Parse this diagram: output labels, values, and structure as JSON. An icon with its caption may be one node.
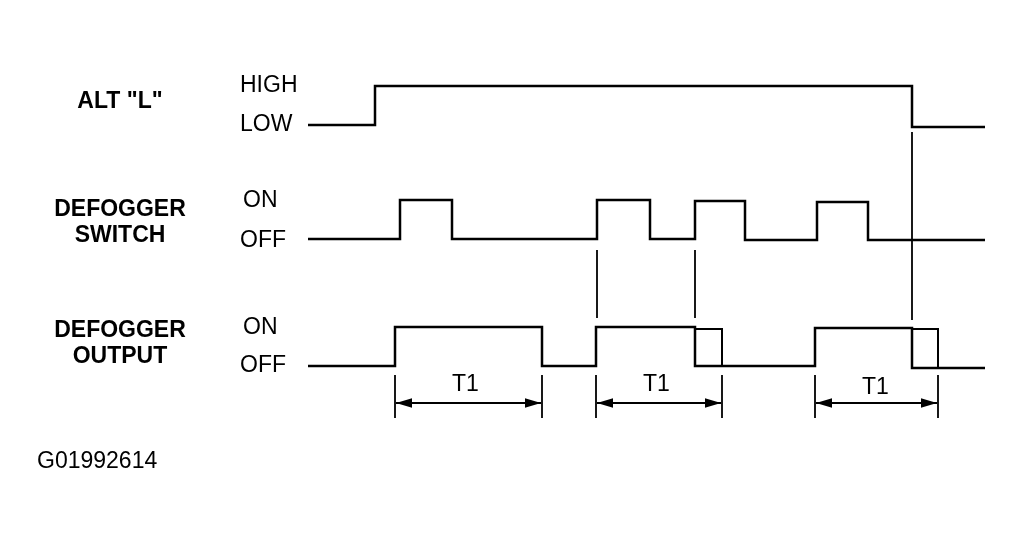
{
  "diagram": {
    "labels": [
      "ALT \"L\"",
      "HIGH",
      "LOW",
      "DEFOGGER SWITCH",
      "ON",
      "OFF",
      "DEFOGGER OUTPUT",
      "ON",
      "OFF",
      "T1",
      "T1",
      "T1",
      "G01992614"
    ]
  }
}
